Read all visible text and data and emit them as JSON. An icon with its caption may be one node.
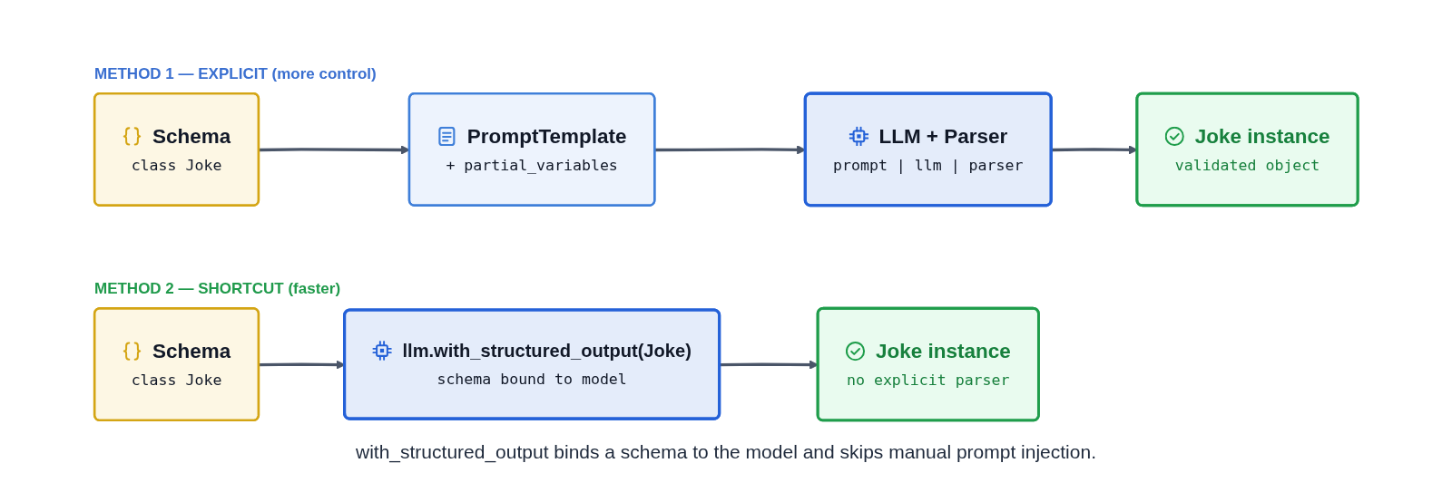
{
  "diagram": {
    "caption": "with_structured_output binds a schema to the model and skips manual prompt injection.",
    "nodes": [
      {
        "text": [
          "Schema",
          "class Joke"
        ]
      },
      {
        "text": [
          "PromptTemplate",
          "+ partial_variables"
        ]
      },
      {
        "text": [
          "LLM + Parser",
          "prompt | llm | parser"
        ]
      },
      {
        "text": [
          "Joke instance",
          "validated object"
        ]
      },
      {
        "text": [
          "Schema",
          "class Joke"
        ]
      },
      {
        "text": [
          "llm.with_structured_output(Joke)",
          "schema bound to model"
        ]
      },
      {
        "text": [
          "Joke instance",
          "no explicit parser"
        ]
      }
    ],
    "edges": [
      {
        "from": 0,
        "to": 1,
        "arrow": "to"
      },
      {
        "from": 1,
        "to": 2,
        "arrow": "to"
      },
      {
        "from": 2,
        "to": 3,
        "arrow": "to"
      },
      {
        "from": 4,
        "to": 5,
        "arrow": "to"
      },
      {
        "from": 5,
        "to": 6,
        "arrow": "to"
      }
    ],
    "labels": [
      "METHOD 1 — EXPLICIT (more control)",
      "METHOD 2 — SHORTCUT (faster)"
    ]
  }
}
